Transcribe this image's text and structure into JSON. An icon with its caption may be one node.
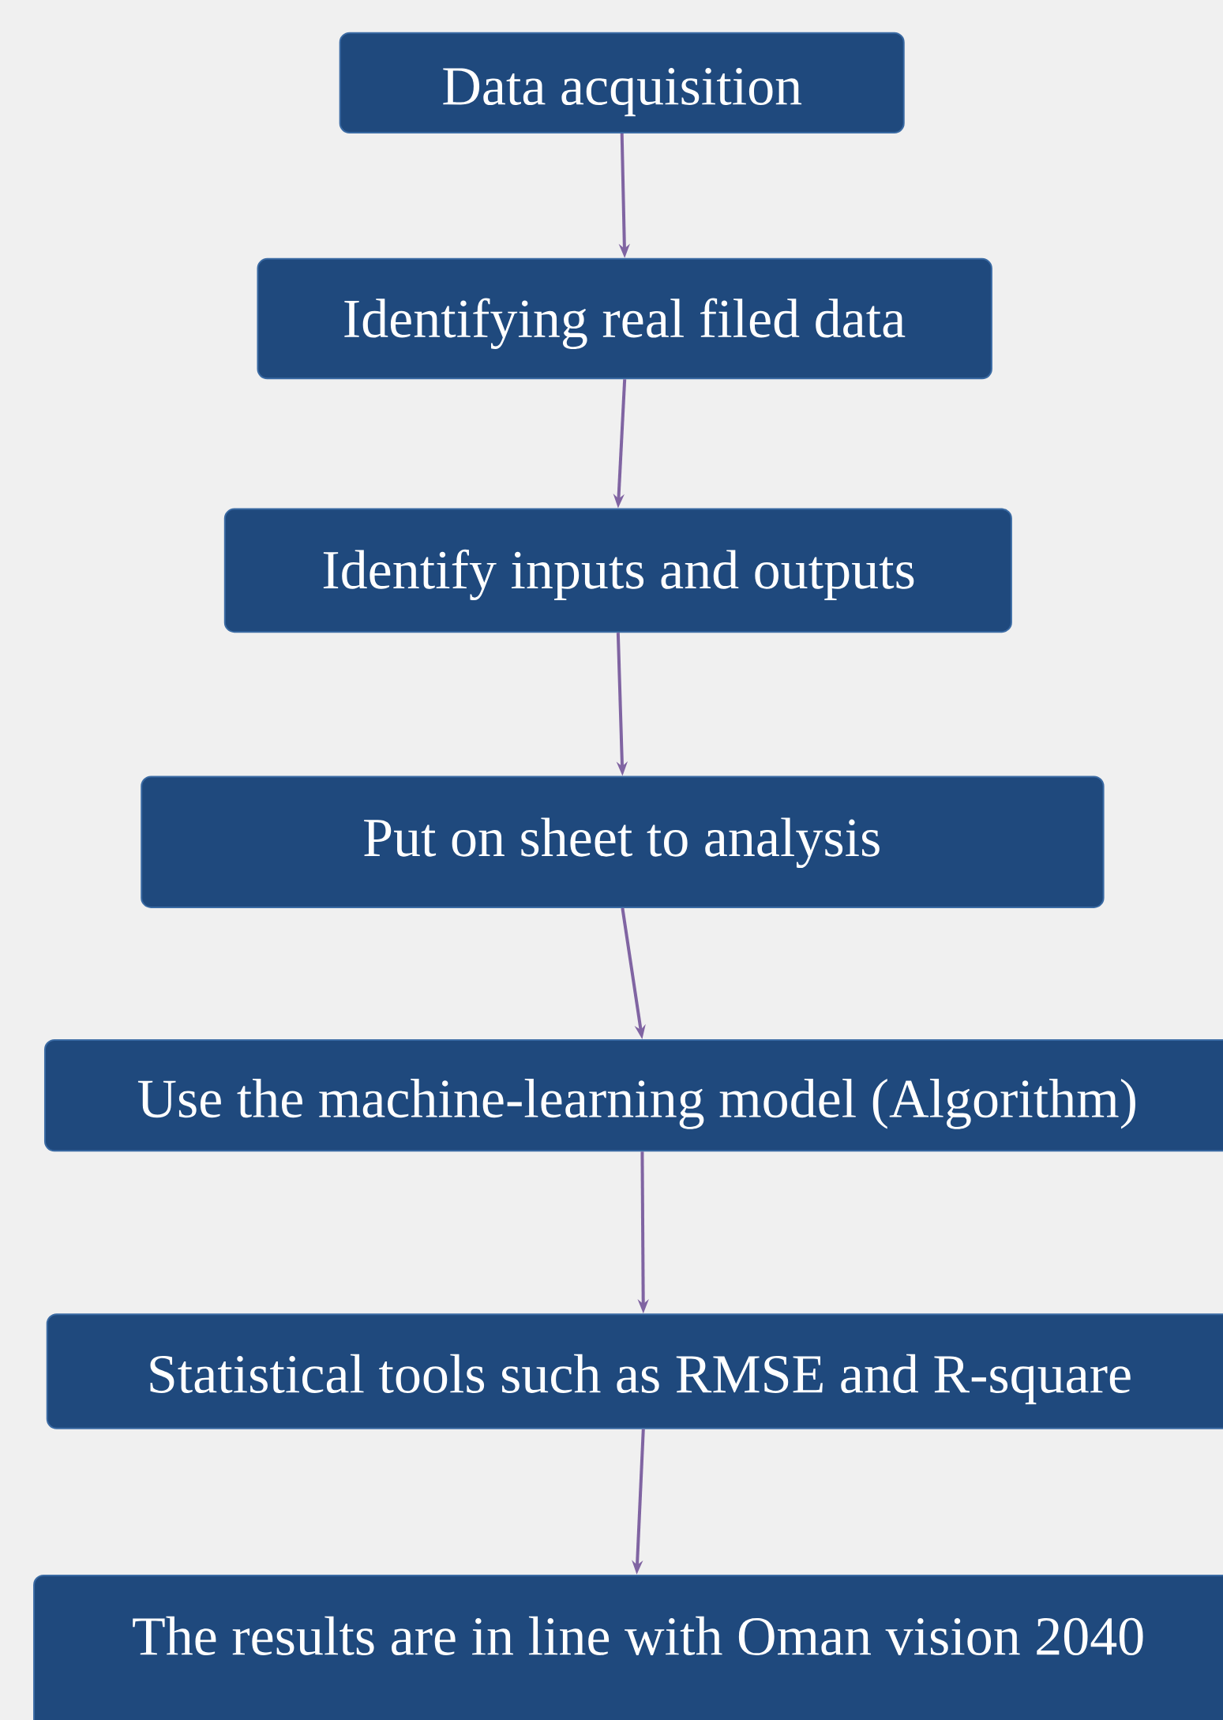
{
  "diagram": {
    "nodes": [
      {
        "text": [
          "Data acquisition"
        ]
      },
      {
        "text": [
          "Identifying real filed data"
        ]
      },
      {
        "text": [
          "Identify inputs and outputs"
        ]
      },
      {
        "text": [
          "Put on sheet to analysis"
        ]
      },
      {
        "text": [
          "Use the machine-learning model (Algorithm)"
        ]
      },
      {
        "text": [
          "Statistical tools such as RMSE and R-square"
        ]
      },
      {
        "text": [
          "The results are in line with Oman vision 2040"
        ]
      }
    ],
    "edges": [
      {
        "from": 0,
        "to": 1,
        "arrow": "to"
      },
      {
        "from": 1,
        "to": 2,
        "arrow": "to"
      },
      {
        "from": 2,
        "to": 3,
        "arrow": "to"
      },
      {
        "from": 3,
        "to": 4,
        "arrow": "to"
      },
      {
        "from": 4,
        "to": 5,
        "arrow": "to"
      },
      {
        "from": 5,
        "to": 6,
        "arrow": "to"
      }
    ]
  }
}
